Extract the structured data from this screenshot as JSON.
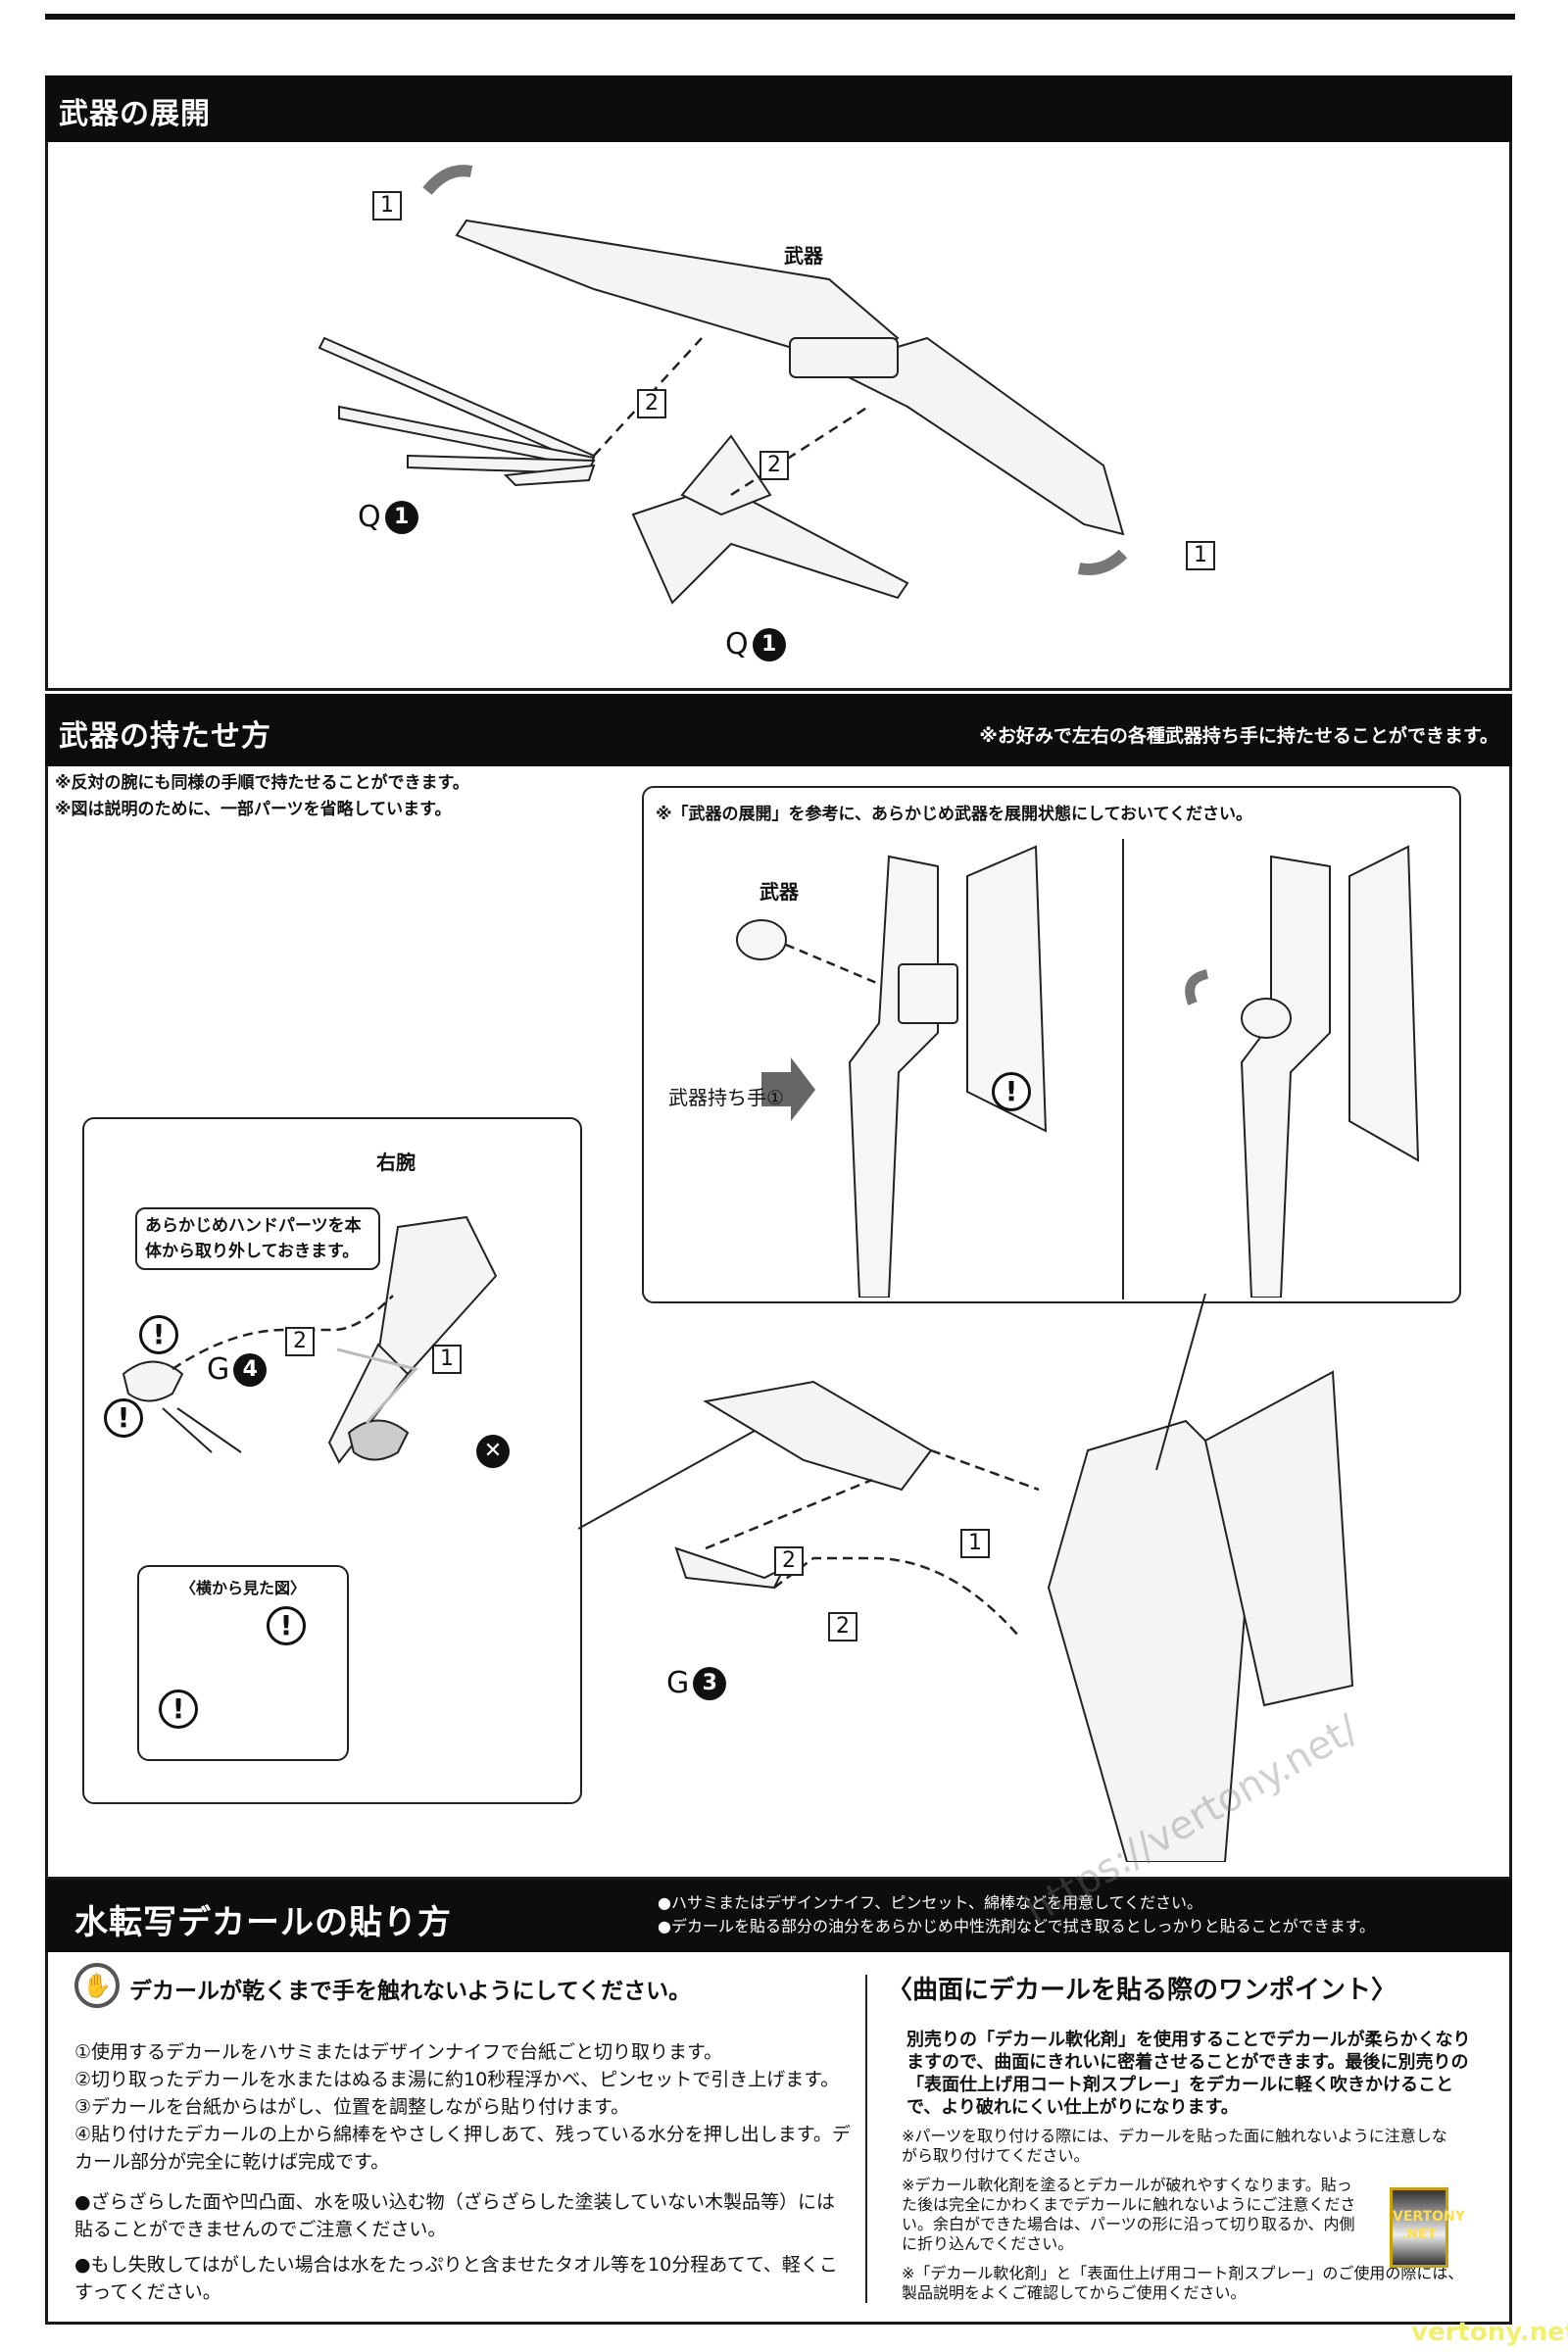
{
  "section1": {
    "title": "武器の展開",
    "weapon_label": "武器",
    "step1": "1",
    "step2": "2",
    "part_letter": "Q",
    "part_number": "1"
  },
  "section2": {
    "title": "武器の持たせ方",
    "header_note": "※お好みで左右の各種武器持ち手に持たせることができます。",
    "notes": [
      "※反対の腕にも同様の手順で持たせることができます。",
      "※図は説明のために、一部パーツを省略しています。"
    ],
    "panel_note": "※「武器の展開」を参考に、あらかじめ武器を展開状態にしておいてください。",
    "weapon_label": "武器",
    "hand_label": "武器持ち手①",
    "arm_label": "右腕",
    "bubble": "あらかじめハンドパーツを本体から取り外しておきます。",
    "side_view": "〈横から見た図〉",
    "part_g": "G",
    "part_g4": "4",
    "part_g3": "3",
    "step1": "1",
    "step2": "2",
    "exclaim": "!",
    "cross": "✕"
  },
  "section3": {
    "title": "水転写デカールの貼り方",
    "prep": [
      "●ハサミまたはデザインナイフ、ピンセット、綿棒などを用意してください。",
      "●デカールを貼る部分の油分をあらかじめ中性洗剤などで拭き取るとしっかりと貼ることができます。"
    ],
    "warning": "デカールが乾くまで手を触れないようにしてください。",
    "steps": [
      "①使用するデカールをハサミまたはデザインナイフで台紙ごと切り取ります。",
      "②切り取ったデカールを水またはぬるま湯に約10秒程浮かべ、ピンセットで引き上げます。",
      "③デカールを台紙からはがし、位置を調整しながら貼り付けます。",
      "④貼り付けたデカールの上から綿棒をやさしく押しあて、残っている水分を押し出します。デカール部分が完全に乾けば完成です。"
    ],
    "cautions": [
      "●ざらざらした面や凹凸面、水を吸い込む物（ざらざらした塗装していない木製品等）には貼ることができませんのでご注意ください。",
      "●もし失敗してはがしたい場合は水をたっぷりと含ませたタオル等を10分程あてて、軽くこすってください。"
    ],
    "tip_title": "〈曲面にデカールを貼る際のワンポイント〉",
    "tip_body": "別売りの「デカール軟化剤」を使用することでデカールが柔らかくなりますので、曲面にきれいに密着させることができます。最後に別売りの「表面仕上げ用コート剤スプレー」をデカールに軽く吹きかけることで、より破れにくい仕上がりになります。",
    "tip_notes": [
      "※パーツを取り付ける際には、デカールを貼った面に触れないように注意しながら取り付けてください。",
      "※デカール軟化剤を塗るとデカールが破れやすくなります。貼った後は完全にかわくまでデカールに触れないようにご注意ください。余白ができた場合は、パーツの形に沿って切り取るか、内側に折り込んでください。",
      "※「デカール軟化剤」と「表面仕上げ用コート剤スプレー」のご使用の際には、製品説明をよくご確認してからご使用ください。"
    ]
  },
  "watermark": {
    "logo": "VERTONY .NET",
    "site": "vertony.net",
    "url_text": "https://vertony.net/"
  }
}
